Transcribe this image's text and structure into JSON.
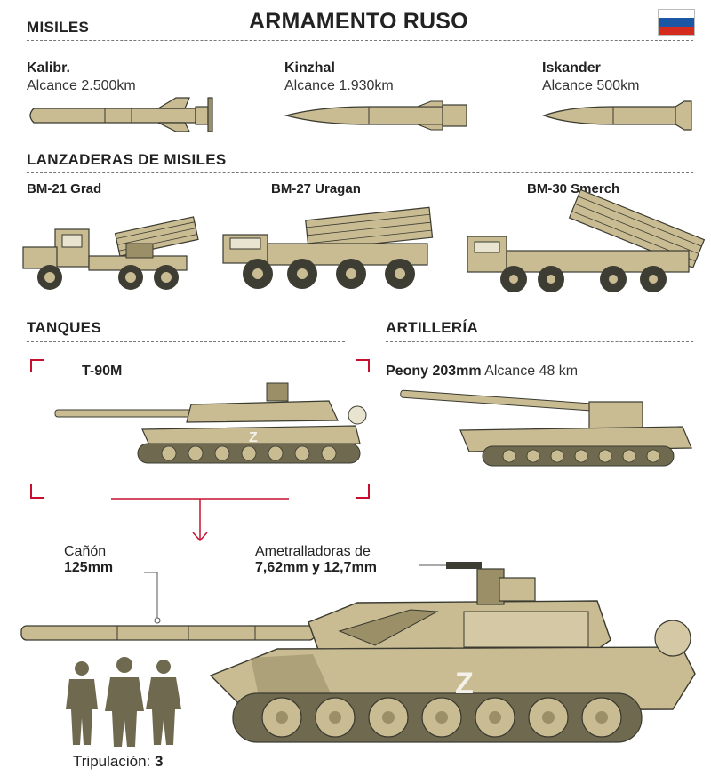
{
  "header": {
    "title": "ARMAMENTO RUSO",
    "flag_colors": [
      "#ffffff",
      "#1c57a5",
      "#d52b1e"
    ]
  },
  "colors": {
    "khaki": "#c9bc93",
    "khaki_dark": "#9b8f68",
    "olive": "#6f6a4f",
    "accent_red": "#c8102e",
    "wheel": "#3d3d33"
  },
  "sections": {
    "missiles": "MISILES",
    "launchers": "LANZADERAS DE MISILES",
    "tanks": "TANQUES",
    "artillery": "ARTILLERÍA"
  },
  "missiles": [
    {
      "name": "Kalibr.",
      "range": "Alcance 2.500km"
    },
    {
      "name": "Kinzhal",
      "range": "Alcance 1.930km"
    },
    {
      "name": "Iskander",
      "range": "Alcance 500km"
    }
  ],
  "launchers": [
    {
      "name": "BM-21 Grad"
    },
    {
      "name": "BM-27 Uragan"
    },
    {
      "name": "BM-30 Smerch"
    }
  ],
  "tank": {
    "name": "T-90M"
  },
  "artillery": {
    "name": "Peony 203mm",
    "range": "Alcance 48 km"
  },
  "detail": {
    "cannon_label": "Cañón",
    "cannon_value": "125mm",
    "mg_label": "Ametralladoras de",
    "mg_value": "7,62mm y 12,7mm",
    "crew_label": "Tripulación:",
    "crew_value": "3",
    "hull_mark": "Z"
  }
}
